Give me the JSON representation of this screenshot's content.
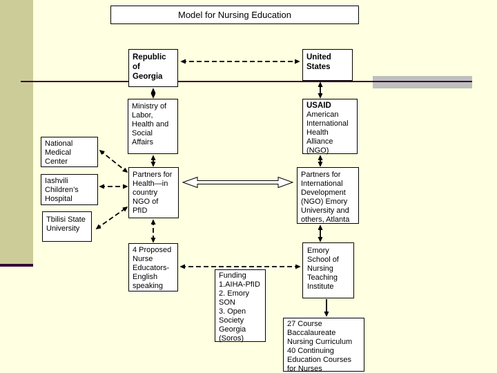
{
  "slide": {
    "title": "Model for Nursing Education"
  },
  "colors": {
    "background": "#FFFFE1",
    "sidebar_stripe": "#CCCC99",
    "divider_line": "#330033",
    "gray_accent_bar": "#BFBFBF",
    "box_fill": "#FFFFFF",
    "box_border": "#000000",
    "text": "#000000"
  },
  "diagram": {
    "nodes": {
      "republic_georgia": {
        "label": "Republic\nof\nGeorgia"
      },
      "united_states": {
        "label": "United\nStates"
      },
      "ministry": {
        "label": "Ministry of\nLabor,\nHealth and\nSocial\nAffairs"
      },
      "usaid": {
        "title": "USAID",
        "body": "American\nInternational\nHealth\nAlliance\n(NGO)"
      },
      "partners_health": {
        "label": "Partners for\nHealth—in\ncountry\nNGO of PfID"
      },
      "partners_intl": {
        "label": "Partners for\nInternational\nDevelopment\n(NGO) Emory\nUniversity and\nothers, Atlanta"
      },
      "national_medical": {
        "label": "National\nMedical\nCenter"
      },
      "iashvili": {
        "label": "Iashvili\nChildren’s\nHospital"
      },
      "tbilisi": {
        "label": "Tbilisi State\nUniversity"
      },
      "proposed_educators": {
        "label": "4 Proposed\nNurse\nEducators-\nEnglish\nspeaking"
      },
      "funding": {
        "label": "Funding\n1.AIHA-PfID\n2. Emory\nSON\n3. Open\nSociety\nGeorgia\n(Soros)"
      },
      "emory_school": {
        "label": "Emory\nSchool of\nNursing\nTeaching\nInstitute"
      },
      "courses": {
        "label": "27 Course\nBaccalaureate\nNursing Curriculum\n40 Continuing\nEducation Courses\nfor Nurses"
      }
    },
    "edges": [
      {
        "from": "republic_georgia",
        "to": "united_states",
        "style": "dashed",
        "bidirectional": true
      },
      {
        "from": "republic_georgia",
        "to": "ministry",
        "style": "solid",
        "bidirectional": true
      },
      {
        "from": "united_states",
        "to": "usaid",
        "style": "solid",
        "bidirectional": true
      },
      {
        "from": "ministry",
        "to": "partners_health",
        "style": "solid",
        "bidirectional": true
      },
      {
        "from": "usaid",
        "to": "partners_intl",
        "style": "solid",
        "bidirectional": true
      },
      {
        "from": "national_medical",
        "to": "partners_health",
        "style": "dashed",
        "bidirectional": true
      },
      {
        "from": "iashvili",
        "to": "partners_health",
        "style": "dashed",
        "bidirectional": true
      },
      {
        "from": "tbilisi",
        "to": "partners_health",
        "style": "dashed",
        "bidirectional": true
      },
      {
        "from": "partners_health",
        "to": "partners_intl",
        "style": "hollow-block",
        "bidirectional": true
      },
      {
        "from": "partners_health",
        "to": "proposed_educators",
        "style": "dashed",
        "bidirectional": true
      },
      {
        "from": "partners_intl",
        "to": "emory_school",
        "style": "solid",
        "bidirectional": true
      },
      {
        "from": "proposed_educators",
        "to": "emory_school",
        "style": "dashed",
        "bidirectional": true
      },
      {
        "from": "emory_school",
        "to": "courses",
        "style": "solid",
        "bidirectional": false
      }
    ]
  }
}
